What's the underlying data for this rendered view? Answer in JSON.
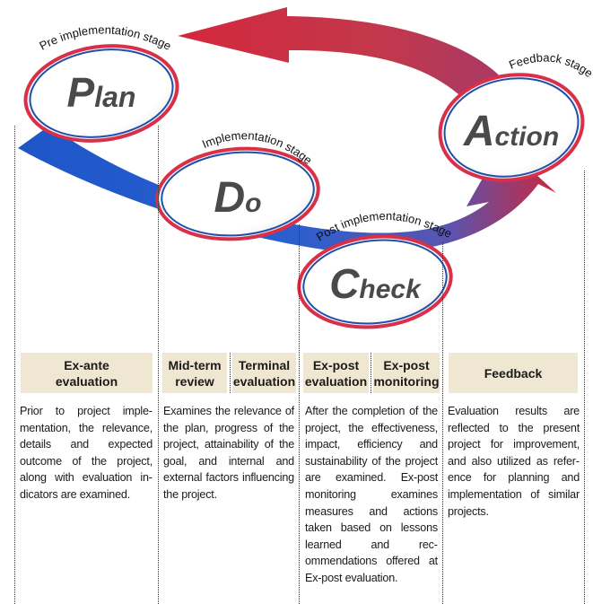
{
  "stages": {
    "plan": {
      "caption": "Pre implementation stage",
      "letter": "P",
      "rest": "lan"
    },
    "do": {
      "caption": "Implementation stage",
      "letter": "D",
      "rest": "o"
    },
    "check": {
      "caption": "Post implementation stage",
      "letter": "C",
      "rest": "heck"
    },
    "action": {
      "caption": "Feedback stage",
      "letter": "A",
      "rest": "ction"
    }
  },
  "headers": {
    "ex_ante": "Ex-ante evaluation",
    "mid_term": "Mid-term review",
    "terminal": "Terminal evaluation",
    "ex_post_eval": "Ex-post evaluation",
    "ex_post_mon": "Ex-post monitoring",
    "feedback": "Feedback"
  },
  "descriptions": {
    "ex_ante": "Prior to project imple­mentation, the relevance, details and expected outcome of the project, along with evaluation in­dicators are examined.",
    "mid_term": "Examines the relevance of the plan, progress of the project, attainability of the goal, and internal and external factors influ­encing the project.",
    "ex_post": "After the completion of the project, the effective­ness, impact, efficiency and sustainability of the project are examined. Ex-post monitoring ex­amines measures and actions taken based on lessons learned and rec­ommendations offered at Ex-post evaluation.",
    "feedback": "Evaluation results are reflected to the present project for improvement, and also utilized as refer­ence for planning and implementation of simi­lar projects."
  },
  "colors": {
    "ring_red": "#d9304a",
    "ring_blue": "#1f4fa8",
    "arrow_blue": "#1e56c8",
    "arrow_red": "#c8283e",
    "header_bg": "#efe7d2"
  }
}
